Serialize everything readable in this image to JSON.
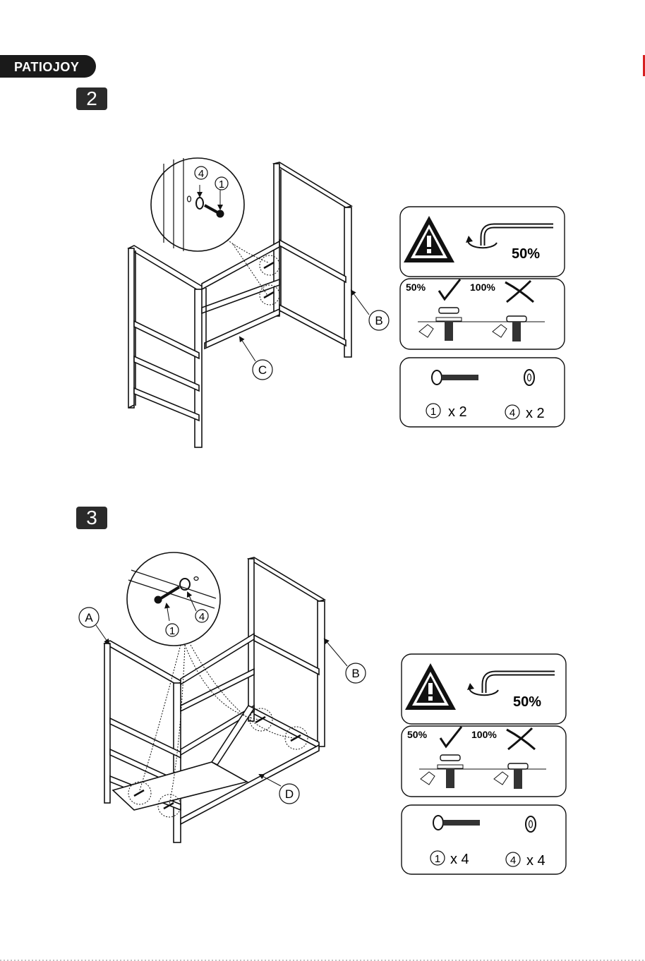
{
  "brand": {
    "name": "PATIOJOY"
  },
  "steps": [
    {
      "number": "2",
      "parts": {
        "b": "B",
        "c": "C"
      },
      "callout": {
        "washer": "4",
        "bolt": "1"
      },
      "torque": "50%",
      "tighten_ok": "50%",
      "tighten_bad": "100%",
      "hardware": [
        {
          "id": "1",
          "qty": "x 2"
        },
        {
          "id": "4",
          "qty": "x 2"
        }
      ]
    },
    {
      "number": "3",
      "parts": {
        "a": "A",
        "b": "B",
        "d": "D"
      },
      "callout": {
        "washer": "4",
        "bolt": "1"
      },
      "torque": "50%",
      "tighten_ok": "50%",
      "tighten_bad": "100%",
      "hardware": [
        {
          "id": "1",
          "qty": "x 4"
        },
        {
          "id": "4",
          "qty": "x 4"
        }
      ]
    }
  ]
}
